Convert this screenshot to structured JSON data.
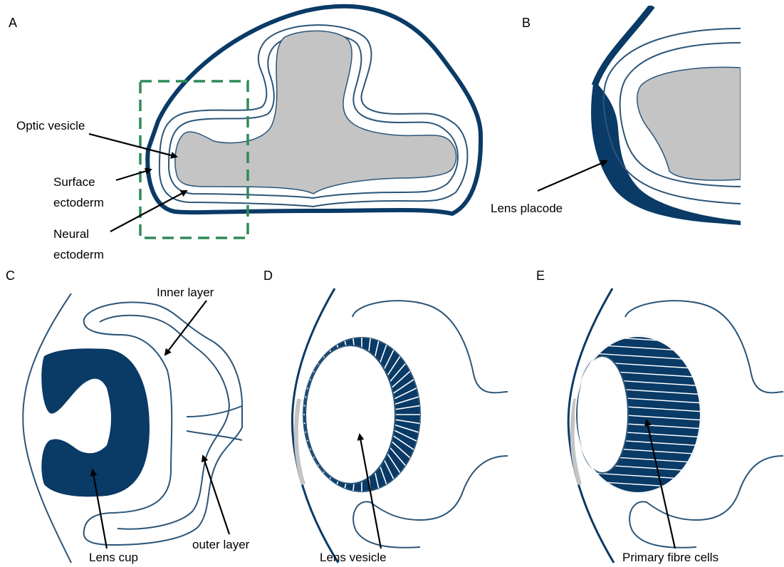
{
  "panels": {
    "a": {
      "letter": "A",
      "labels": {
        "optic_vesicle": "Optic vesicle",
        "surface_1": "Surface",
        "surface_2": "ectoderm",
        "neural_1": "Neural",
        "neural_2": "ectoderm"
      }
    },
    "b": {
      "letter": "B",
      "labels": {
        "lens_placode": "Lens placode"
      }
    },
    "c": {
      "letter": "C",
      "labels": {
        "inner_layer": "Inner layer",
        "outer_layer": "outer layer",
        "lens_cup": "Lens cup"
      }
    },
    "d": {
      "letter": "D",
      "labels": {
        "lens_vesicle": "Lens vesicle"
      }
    },
    "e": {
      "letter": "E",
      "labels": {
        "primary_fibre_cells": "Primary fibre cells"
      }
    }
  },
  "colors": {
    "navy": "#0a3a66",
    "outline": "#2b5578",
    "lumen": "#c4c4c4",
    "dashed_box": "#2e8b57",
    "arrow": "#000000"
  }
}
